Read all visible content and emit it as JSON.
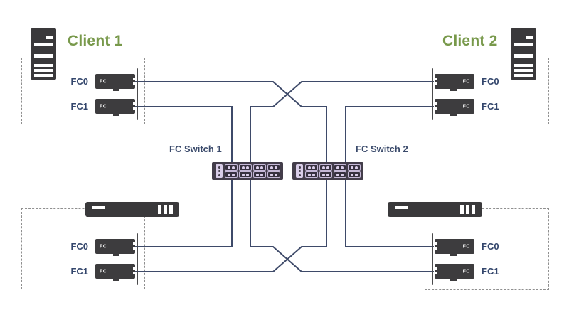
{
  "colors": {
    "wire": "#3e4a69",
    "client_title": "#78994b",
    "port_label": "#33466c",
    "switch_label": "#3a4a6b",
    "device_body": "#3d3c3e",
    "switch_body": "#433d4a",
    "switch_port_dot": "#dccfeb",
    "dashed_border": "#8f8f8f"
  },
  "card_label": "FC",
  "nodes": {
    "client1": {
      "title": "Client 1",
      "fc0": "FC0",
      "fc1": "FC1"
    },
    "client2": {
      "title": "Client 2",
      "fc0": "FC0",
      "fc1": "FC1"
    },
    "switch1": {
      "label": "FC Switch 1"
    },
    "switch2": {
      "label": "FC Switch 2"
    },
    "storage1": {
      "fc0": "FC0",
      "fc1": "FC1"
    },
    "storage2": {
      "fc0": "FC0",
      "fc1": "FC1"
    }
  },
  "connections": [
    "Client 1 FC0 - FC Switch 2",
    "Client 2 FC0 - FC Switch 1",
    "Client 1 FC1 - FC Switch 1",
    "Client 2 FC1 - FC Switch 2",
    "FC Switch 1 - Storage 1 FC0",
    "FC Switch 1 - Storage 2 FC1",
    "FC Switch 2 - Storage 1 FC1",
    "FC Switch 2 - Storage 2 FC0"
  ]
}
